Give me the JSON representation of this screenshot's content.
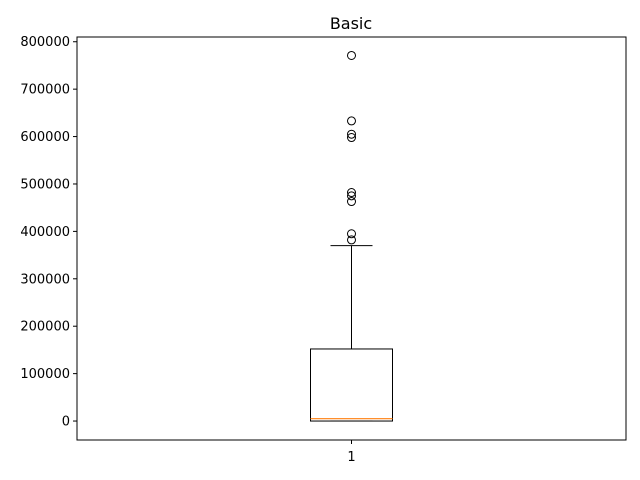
{
  "chart_data": {
    "type": "box",
    "title": "Basic",
    "xlabel": "",
    "ylabel": "",
    "ylim": [
      -40000,
      810000
    ],
    "y_ticks": [
      0,
      100000,
      200000,
      300000,
      400000,
      500000,
      600000,
      700000,
      800000
    ],
    "y_tick_labels": [
      "0",
      "100000",
      "200000",
      "300000",
      "400000",
      "500000",
      "600000",
      "700000",
      "800000"
    ],
    "categories": [
      "1"
    ],
    "boxes": [
      {
        "category": "1",
        "whisker_low": 0,
        "q1": 0,
        "median": 5000,
        "q3": 152000,
        "whisker_high": 370000,
        "outliers": [
          382000,
          395000,
          463000,
          475000,
          482000,
          598000,
          605000,
          633000,
          771000
        ]
      }
    ],
    "colors": {
      "box": "#000000",
      "median": "#ff7f0e",
      "outlier": "#000000",
      "axes": "#000000"
    },
    "grid": false
  }
}
